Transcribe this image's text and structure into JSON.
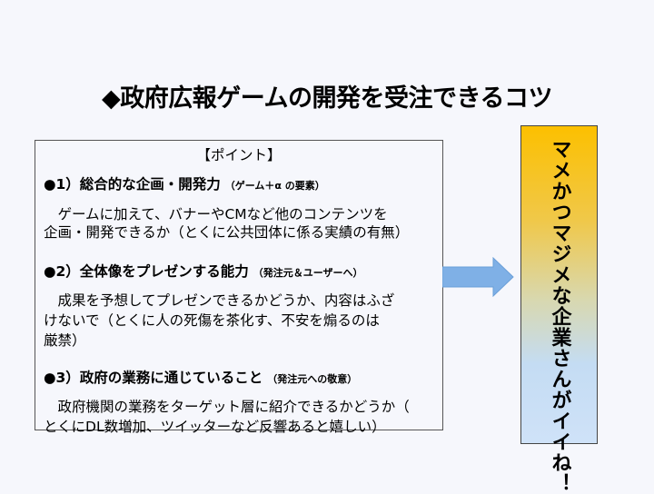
{
  "title": "◆政府広報ゲームの開発を受注できるコツ",
  "points": {
    "heading": "【ポイント】",
    "p1": {
      "head": "●1）総合的な企画・開発力",
      "sub": "（ゲーム＋α の要素）",
      "body": [
        "　ゲームに加えて、バナーやCMなど他のコンテンツを",
        "企画・開発できるか（とくに公共団体に係る実績の有無）"
      ]
    },
    "p2": {
      "head": "●2）全体像をプレゼンする能力",
      "sub": "（発注元＆ユーザーへ）",
      "body": [
        "　成果を予想してプレゼンできるかどうか、内容はふざ",
        "けないで（とくに人の死傷を茶化す、不安を煽るのは",
        "厳禁）"
      ]
    },
    "p3": {
      "head": "●3）政府の業務に通じていること",
      "sub": "（発注元への敬意）",
      "body": [
        "　政府機関の業務をターゲット層に紹介できるかどうか（",
        "とくにDL数増加、ツイッターなど反響あると嬉しい）"
      ]
    }
  },
  "conclusion": "マメかつマジメな企業さんがイイね！",
  "colors": {
    "arrow": "#7fb0e6",
    "gradient_top": "#fcc000",
    "gradient_bottom": "#cfe2f8"
  }
}
